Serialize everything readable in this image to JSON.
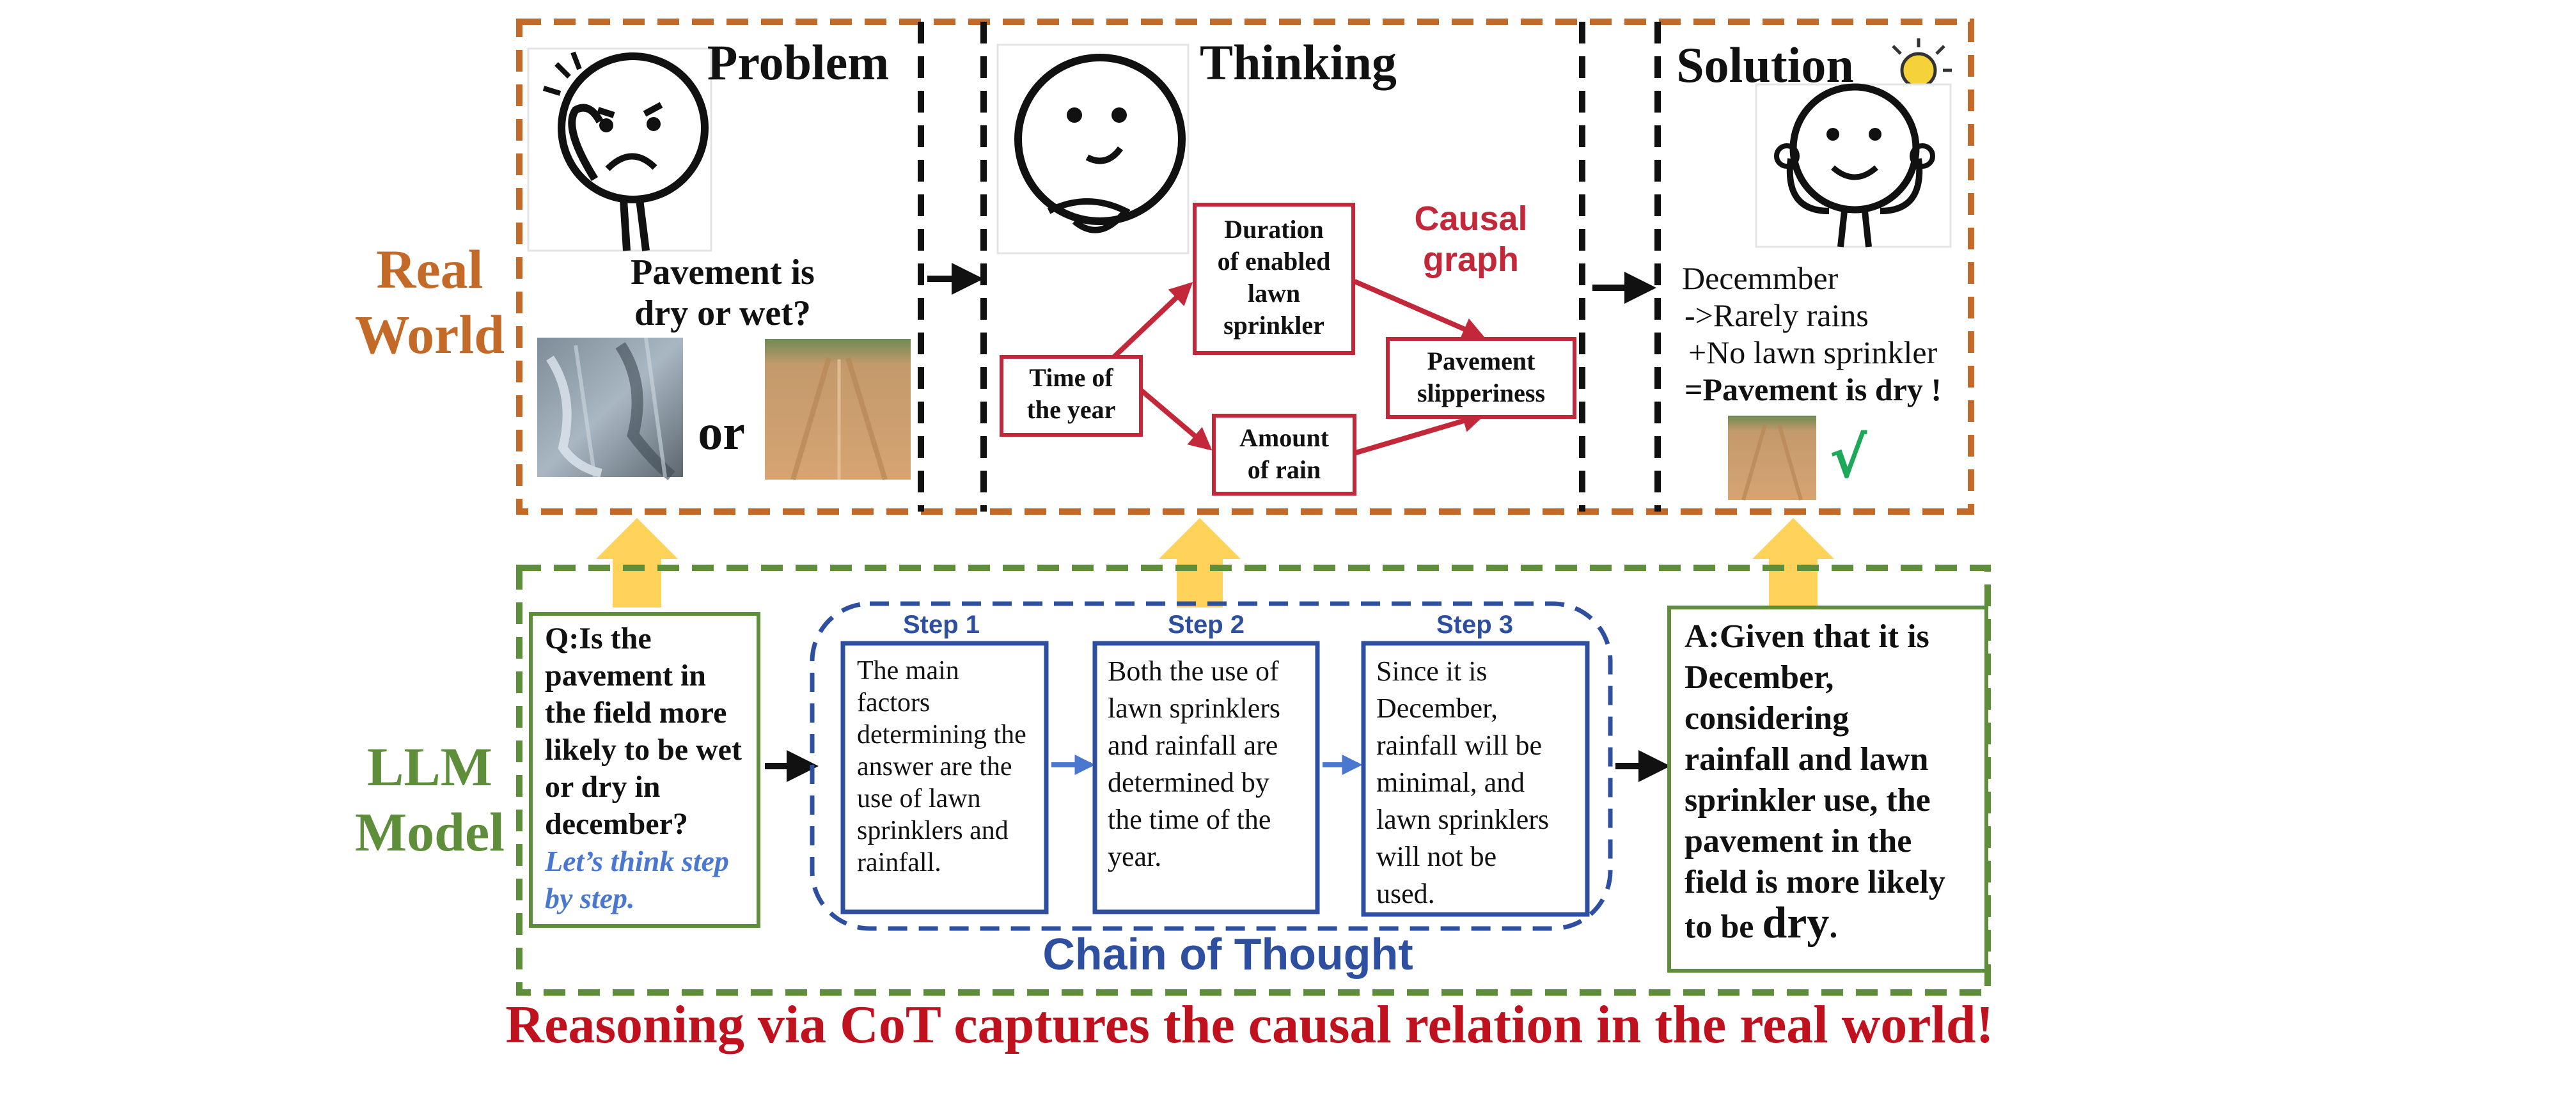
{
  "colors": {
    "real_world": "#C46A28",
    "llm_model": "#5E8E3A",
    "causal": "#C3283A",
    "cot_blue": "#2E4FA0",
    "step_arrow": "#4A78D0",
    "conclusion": "#C0111F",
    "check": "#1EA85A",
    "up_arrow": "#FFD35A"
  },
  "left_labels": {
    "real_world": [
      "Real",
      "World"
    ],
    "llm_model": [
      "LLM",
      "Model"
    ]
  },
  "problem": {
    "title": "Problem",
    "question": [
      "Pavement is",
      "dry or wet?"
    ],
    "or": "or"
  },
  "thinking": {
    "title": "Thinking",
    "causal_label": [
      "Causal",
      "graph"
    ],
    "nodes": {
      "time": [
        "Time of",
        "the year"
      ],
      "duration": [
        "Duration",
        "of enabled",
        "lawn",
        "sprinkler"
      ],
      "rain": [
        "Amount",
        "of rain"
      ],
      "pavement": [
        "Pavement",
        "slipperiness"
      ]
    }
  },
  "solution": {
    "title": "Solution",
    "lines": [
      "Decemmber",
      "->Rarely rains",
      "+No lawn sprinkler",
      "=Pavement is dry !"
    ],
    "check": "√"
  },
  "question_box": {
    "lines": [
      "Q:Is the",
      "pavement in",
      "the field more",
      "likely to be wet",
      "or dry in",
      "december?"
    ],
    "hint": [
      "Let’s think step",
      "by step."
    ]
  },
  "steps": [
    {
      "label": "Step 1",
      "lines": [
        "The main",
        "factors",
        "determining the",
        "answer   are the",
        "use of lawn",
        "sprinklers and",
        "rainfall."
      ]
    },
    {
      "label": "Step 2",
      "lines": [
        "Both the use of",
        "lawn sprinklers",
        "and rainfall are",
        "determined by",
        "the time of the",
        "year."
      ]
    },
    {
      "label": "Step 3",
      "lines": [
        "Since it is",
        "December,",
        "rainfall will be",
        "minimal, and",
        "lawn sprinklers",
        "will not be",
        "used."
      ]
    }
  ],
  "chain_label": "Chain of Thought",
  "answer_box": {
    "lines": [
      "A:Given that it is",
      "December,",
      "considering",
      "rainfall and lawn",
      "sprinkler use, the",
      "pavement in the",
      "field is more likely"
    ],
    "last_prefix": "to be ",
    "last_word": "dry",
    "last_suffix": "."
  },
  "conclusion": "Reasoning via CoT captures the causal relation in the real world!"
}
